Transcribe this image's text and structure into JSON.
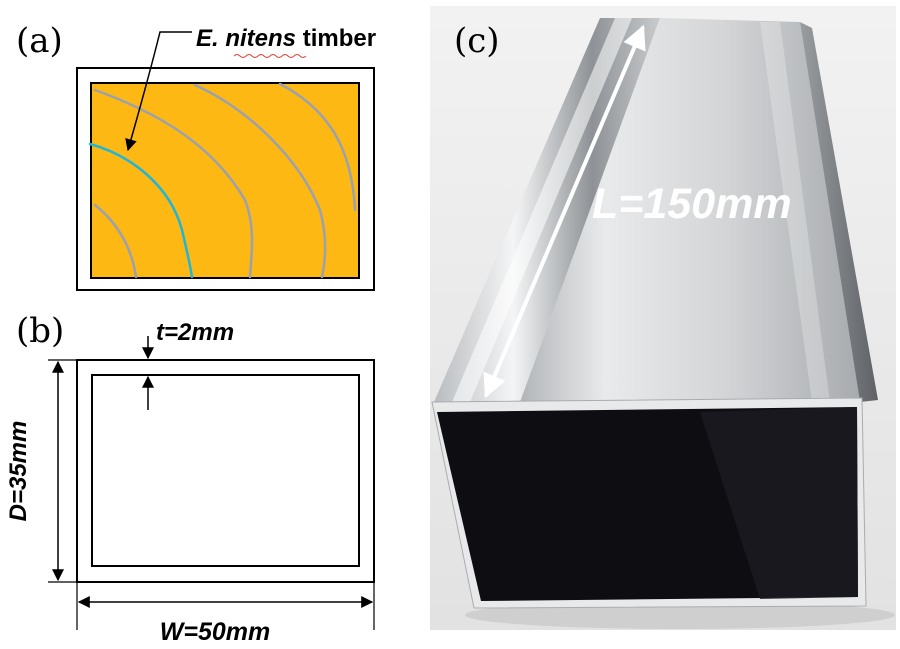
{
  "panels": {
    "a": {
      "label": "(a)",
      "annotation_italic": "E. nitens",
      "annotation_rest": " timber"
    },
    "b": {
      "label": "(b)",
      "thickness": "t=2mm",
      "depth": "D=35mm",
      "width": "W=50mm"
    },
    "c": {
      "label": "(c)",
      "length": "L=150mm"
    }
  },
  "colors": {
    "timber_fill": "#FDB813",
    "grain_line": "#9AA1B0",
    "highlight_grain": "#21B5D8",
    "outline": "#000000",
    "steel_light": "#D8DADC",
    "steel_dark": "#6E7276",
    "tube_interior": "#0E0E12",
    "photo_bg": "#EDEDED"
  }
}
